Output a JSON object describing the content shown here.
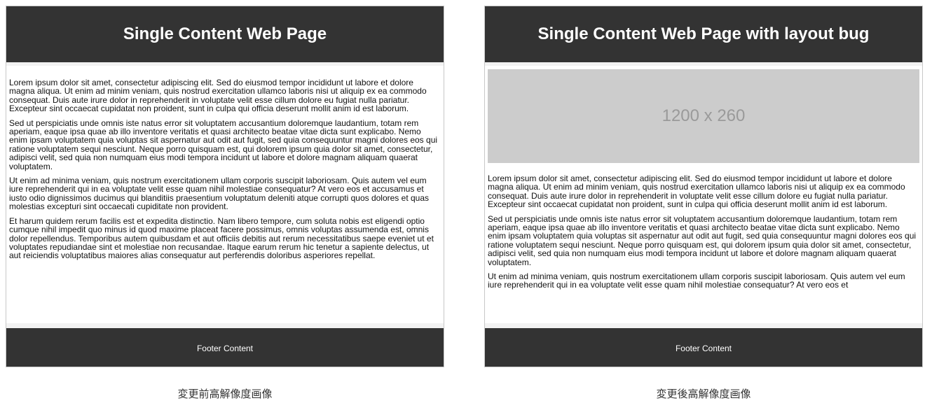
{
  "left_panel": {
    "title": "Single Content Web Page",
    "paragraphs": [
      "Lorem ipsum dolor sit amet, consectetur adipiscing elit. Sed do eiusmod tempor incididunt ut labore et dolore magna aliqua. Ut enim ad minim veniam, quis nostrud exercitation ullamco laboris nisi ut aliquip ex ea commodo consequat. Duis aute irure dolor in reprehenderit in voluptate velit esse cillum dolore eu fugiat nulla pariatur. Excepteur sint occaecat cupidatat non proident, sunt in culpa qui officia deserunt mollit anim id est laborum.",
      "Sed ut perspiciatis unde omnis iste natus error sit voluptatem accusantium doloremque laudantium, totam rem aperiam, eaque ipsa quae ab illo inventore veritatis et quasi architecto beatae vitae dicta sunt explicabo. Nemo enim ipsam voluptatem quia voluptas sit aspernatur aut odit aut fugit, sed quia consequuntur magni dolores eos qui ratione voluptatem sequi nesciunt. Neque porro quisquam est, qui dolorem ipsum quia dolor sit amet, consectetur, adipisci velit, sed quia non numquam eius modi tempora incidunt ut labore et dolore magnam aliquam quaerat voluptatem.",
      "Ut enim ad minima veniam, quis nostrum exercitationem ullam corporis suscipit laboriosam. Quis autem vel eum iure reprehenderit qui in ea voluptate velit esse quam nihil molestiae consequatur? At vero eos et accusamus et iusto odio dignissimos ducimus qui blanditiis praesentium voluptatum deleniti atque corrupti quos dolores et quas molestias excepturi sint occaecati cupiditate non provident.",
      "Et harum quidem rerum facilis est et expedita distinctio. Nam libero tempore, cum soluta nobis est eligendi optio cumque nihil impedit quo minus id quod maxime placeat facere possimus, omnis voluptas assumenda est, omnis dolor repellendus. Temporibus autem quibusdam et aut officiis debitis aut rerum necessitatibus saepe eveniet ut et voluptates repudiandae sint et molestiae non recusandae. Itaque earum rerum hic tenetur a sapiente delectus, ut aut reiciendis voluptatibus maiores alias consequatur aut perferendis doloribus asperiores repellat."
    ],
    "footer": "Footer Content",
    "caption": "変更前高解像度画像"
  },
  "right_panel": {
    "title": "Single Content Web Page with layout bug",
    "image_placeholder": "1200 x 260",
    "paragraphs": [
      "Lorem ipsum dolor sit amet, consectetur adipiscing elit. Sed do eiusmod tempor incididunt ut labore et dolore magna aliqua. Ut enim ad minim veniam, quis nostrud exercitation ullamco laboris nisi ut aliquip ex ea commodo consequat. Duis aute irure dolor in reprehenderit in voluptate velit esse cillum dolore eu fugiat nulla pariatur. Excepteur sint occaecat cupidatat non proident, sunt in culpa qui officia deserunt mollit anim id est laborum.",
      "Sed ut perspiciatis unde omnis iste natus error sit voluptatem accusantium doloremque laudantium, totam rem aperiam, eaque ipsa quae ab illo inventore veritatis et quasi architecto beatae vitae dicta sunt explicabo. Nemo enim ipsam voluptatem quia voluptas sit aspernatur aut odit aut fugit, sed quia consequuntur magni dolores eos qui ratione voluptatem sequi nesciunt. Neque porro quisquam est, qui dolorem ipsum quia dolor sit amet, consectetur, adipisci velit, sed quia non numquam eius modi tempora incidunt ut labore et dolore magnam aliquam quaerat voluptatem.",
      "Ut enim ad minima veniam, quis nostrum exercitationem ullam corporis suscipit laboriosam. Quis autem vel eum iure reprehenderit qui in ea voluptate velit esse quam nihil molestiae consequatur? At vero eos et"
    ],
    "footer": "Footer Content",
    "caption": "変更後高解像度画像"
  }
}
